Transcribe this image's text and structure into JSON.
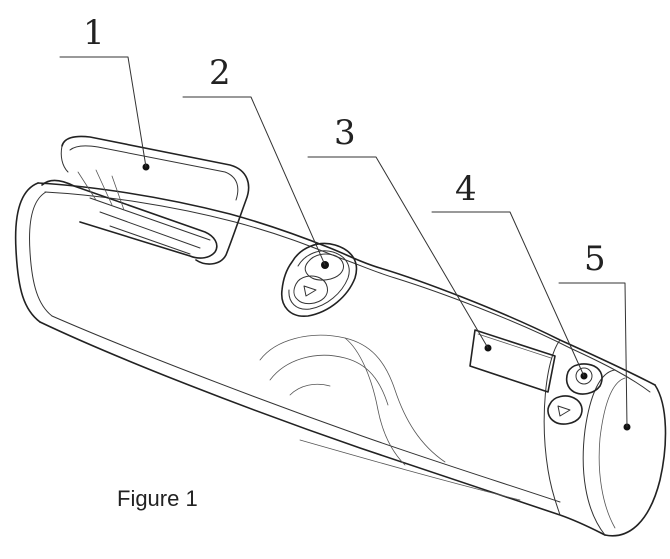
{
  "caption": "Figure 1",
  "callouts": [
    {
      "label": "1"
    },
    {
      "label": "2"
    },
    {
      "label": "3"
    },
    {
      "label": "4"
    },
    {
      "label": "5"
    }
  ]
}
